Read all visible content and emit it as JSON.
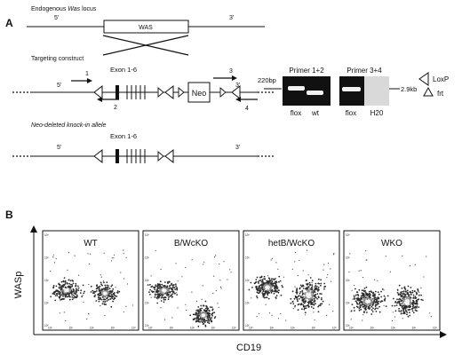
{
  "panel_a": {
    "label": "A",
    "endogenous": {
      "title_pre": "Endogenous ",
      "title_italic": "Was",
      "title_post": " locus",
      "five": "5'",
      "three": "3'",
      "gene": "WAS"
    },
    "targeting": {
      "title": "Targeting construct",
      "five": "5'",
      "three": "3'",
      "exon": "Exon 1-6",
      "neo": "Neo",
      "primer_1": "1",
      "primer_2": "2",
      "primer_3": "3",
      "primer_4": "4"
    },
    "neo_deleted": {
      "title": "Neo-deleted knock-in allele",
      "five": "5'",
      "three": "3'",
      "exon": "Exon 1-6"
    },
    "gel_1": {
      "title": "Primer 1+2",
      "size_label": "220bp",
      "lane_labels": [
        "flox",
        "wt"
      ]
    },
    "gel_2": {
      "title": "Primer 3+4",
      "size_label": "2.9kb",
      "lane_labels": [
        "flox",
        "H20"
      ]
    },
    "legend": {
      "loxp": "LoxP",
      "frt": "frt"
    }
  },
  "panel_b": {
    "label": "B",
    "y_axis_label": "WASp",
    "x_axis_label": "CD19",
    "plots": [
      {
        "title": "WT"
      },
      {
        "title": "B/WcKO"
      },
      {
        "title": "hetB/WcKO"
      },
      {
        "title": "WKO"
      }
    ],
    "decade_ticks": [
      "10⁰",
      "10¹",
      "10²",
      "10³",
      "10⁴"
    ]
  },
  "colors": {
    "ink": "#111111",
    "gel_background": "#111111",
    "gel_band": "#f2f2f2"
  }
}
